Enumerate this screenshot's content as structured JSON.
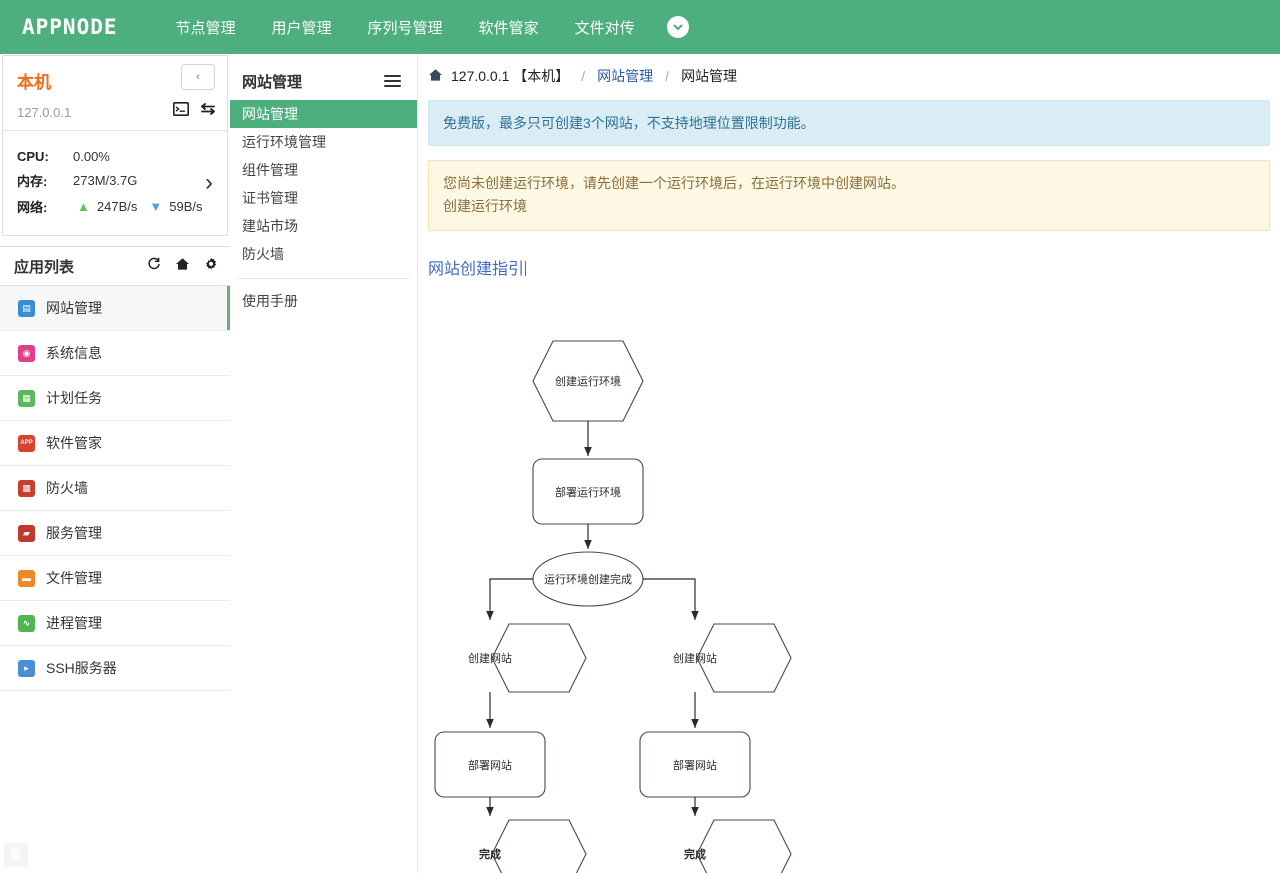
{
  "topbar": {
    "brand": "APPNODE",
    "items": [
      {
        "label": "节点管理",
        "name": "nav-node-management"
      },
      {
        "label": "用户管理",
        "name": "nav-user-management"
      },
      {
        "label": "序列号管理",
        "name": "nav-serial-management"
      },
      {
        "label": "软件管家",
        "name": "nav-software-manager"
      },
      {
        "label": "文件对传",
        "name": "nav-file-transfer"
      }
    ],
    "caret_icon": "chevron-down-circle-icon",
    "bg_color": "#4caf7d"
  },
  "sidebar": {
    "host": {
      "name": "本机",
      "ip": "127.0.0.1",
      "collapse_label": "‹",
      "terminal_icon": "terminal-icon",
      "transfer_icon": "transfer-icon",
      "stats": [
        {
          "label": "CPU:",
          "value": "0.00%"
        },
        {
          "label": "内存:",
          "value": "273M/3.7G"
        }
      ],
      "network": {
        "label": "网络:",
        "up": "247B/s",
        "down": "59B/s"
      },
      "expand_icon": "chevron-right-icon"
    },
    "applist": {
      "title": "应用列表",
      "icons": [
        "refresh-icon",
        "home-icon",
        "gear-icon"
      ],
      "items": [
        {
          "label": "网站管理",
          "color": "#3a8ed0",
          "active": true
        },
        {
          "label": "系统信息",
          "color": "#e0408a",
          "active": false
        },
        {
          "label": "计划任务",
          "color": "#5bb85b",
          "active": false
        },
        {
          "label": "软件管家",
          "color": "#d9442e",
          "active": false
        },
        {
          "label": "防火墙",
          "color": "#c7402c",
          "active": false
        },
        {
          "label": "服务管理",
          "color": "#c03a2b",
          "active": false
        },
        {
          "label": "文件管理",
          "color": "#ef8722",
          "active": false
        },
        {
          "label": "进程管理",
          "color": "#52b552",
          "active": false
        },
        {
          "label": "SSH服务器",
          "color": "#4a8fd4",
          "active": false
        }
      ]
    }
  },
  "subnav": {
    "title": "网站管理",
    "menu_icon": "hamburger-icon",
    "items": [
      {
        "label": "网站管理",
        "active": true
      },
      {
        "label": "运行环境管理",
        "active": false
      },
      {
        "label": "组件管理",
        "active": false
      },
      {
        "label": "证书管理",
        "active": false
      },
      {
        "label": "建站市场",
        "active": false
      },
      {
        "label": "防火墙",
        "active": false
      }
    ],
    "footer_items": [
      {
        "label": "使用手册",
        "active": false
      }
    ]
  },
  "main": {
    "breadcrumb": {
      "home_icon": "home-icon",
      "host": "127.0.0.1 【本机】",
      "sep": "/",
      "section": "网站管理",
      "current": "网站管理"
    },
    "alert_info": "免费版，最多只可创建3个网站，不支持地理位置限制功能。",
    "alert_warning": {
      "text": "您尚未创建运行环境，请先创建一个运行环境后，在运行环境中创建网站。",
      "link": "创建运行环境"
    },
    "guide_title": "网站创建指引",
    "flowchart": {
      "nodes": [
        {
          "id": "n1",
          "label": "创建运行环境",
          "shape": "hexagon"
        },
        {
          "id": "n2",
          "label": "部署运行环境",
          "shape": "rounded-rect"
        },
        {
          "id": "n3",
          "label": "运行环境创建完成",
          "shape": "ellipse"
        },
        {
          "id": "n4",
          "label": "创建网站",
          "shape": "hexagon"
        },
        {
          "id": "n5",
          "label": "部署网站",
          "shape": "rounded-rect"
        },
        {
          "id": "n6",
          "label": "完成",
          "shape": "hexagon"
        },
        {
          "id": "n7",
          "label": "创建网站",
          "shape": "hexagon"
        },
        {
          "id": "n8",
          "label": "部署网站",
          "shape": "rounded-rect"
        },
        {
          "id": "n9",
          "label": "完成",
          "shape": "hexagon"
        }
      ]
    }
  }
}
